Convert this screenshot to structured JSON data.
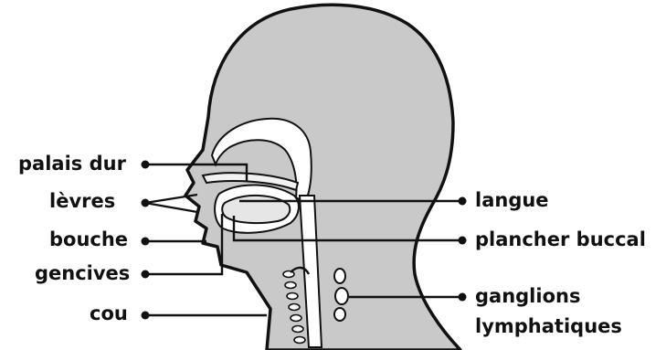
{
  "diagram": {
    "colors": {
      "head_fill": "#c9c9c9",
      "outline": "#111111",
      "cavity_fill": "#ffffff",
      "text": "#111111"
    },
    "labels_left": [
      {
        "id": "palais-dur",
        "text": "palais dur"
      },
      {
        "id": "levres",
        "text": "lèvres"
      },
      {
        "id": "bouche",
        "text": "bouche"
      },
      {
        "id": "gencives",
        "text": "gencives"
      },
      {
        "id": "cou",
        "text": "cou"
      }
    ],
    "labels_right": [
      {
        "id": "langue",
        "text": "langue"
      },
      {
        "id": "plancher-buccal",
        "text": "plancher buccal"
      },
      {
        "id": "ganglions",
        "text": "ganglions",
        "text2": "lymphatiques"
      }
    ]
  }
}
